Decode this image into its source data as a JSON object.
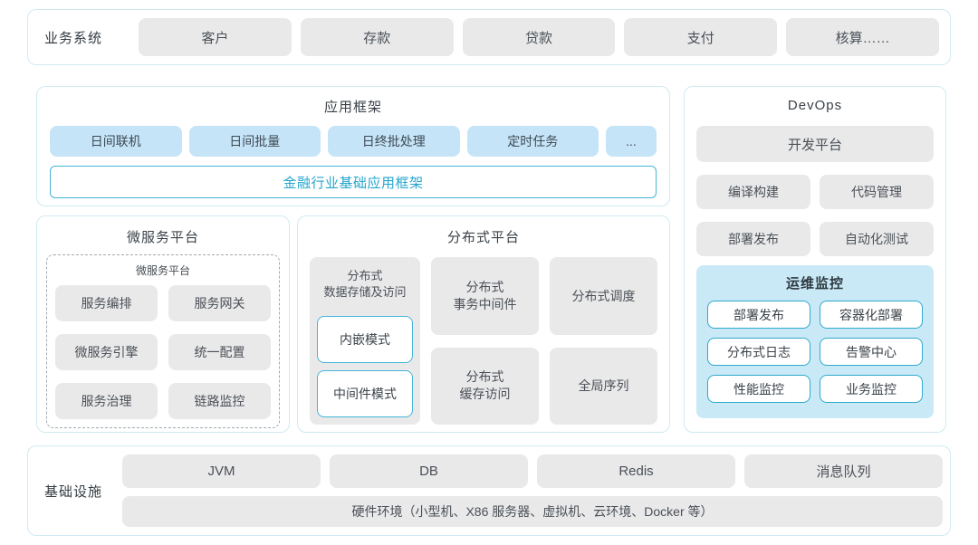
{
  "business_systems": {
    "label": "业务系统",
    "items": [
      "客户",
      "存款",
      "贷款",
      "支付",
      "核算……"
    ]
  },
  "app_framework": {
    "title": "应用框架",
    "items": [
      "日间联机",
      "日间批量",
      "日终批处理",
      "定时任务",
      "..."
    ],
    "base_label": "金融行业基础应用框架"
  },
  "microservice": {
    "title": "微服务平台",
    "inner_title": "微服务平台",
    "items": [
      "服务编排",
      "服务网关",
      "微服务引擎",
      "统一配置",
      "服务治理",
      "链路监控"
    ]
  },
  "distributed": {
    "title": "分布式平台",
    "storage": {
      "header": "分布式\n数据存储及访问",
      "modes": [
        "内嵌模式",
        "中间件模式"
      ]
    },
    "cells": [
      "分布式\n事务中间件",
      "分布式调度",
      "分布式\n缓存访问",
      "全局序列"
    ]
  },
  "devops": {
    "title": "DevOps",
    "platform": "开发平台",
    "items": [
      "编译构建",
      "代码管理",
      "部署发布",
      "自动化测试"
    ],
    "monitoring": {
      "title": "运维监控",
      "items": [
        "部署发布",
        "容器化部署",
        "分布式日志",
        "告警中心",
        "性能监控",
        "业务监控"
      ]
    }
  },
  "infrastructure": {
    "label": "基础设施",
    "items": [
      "JVM",
      "DB",
      "Redis",
      "消息队列"
    ],
    "hardware": "硬件环境（小型机、X86 服务器、虚拟机、云环境、Docker 等）"
  },
  "colors": {
    "panel_border": "#cfeaf2",
    "gray_box": "#e9e9ea",
    "blue_box": "#c5e4f7",
    "teal_border": "#45b4d8",
    "teal_text": "#25a6cc",
    "monitor_bg": "#c9e9f6"
  }
}
